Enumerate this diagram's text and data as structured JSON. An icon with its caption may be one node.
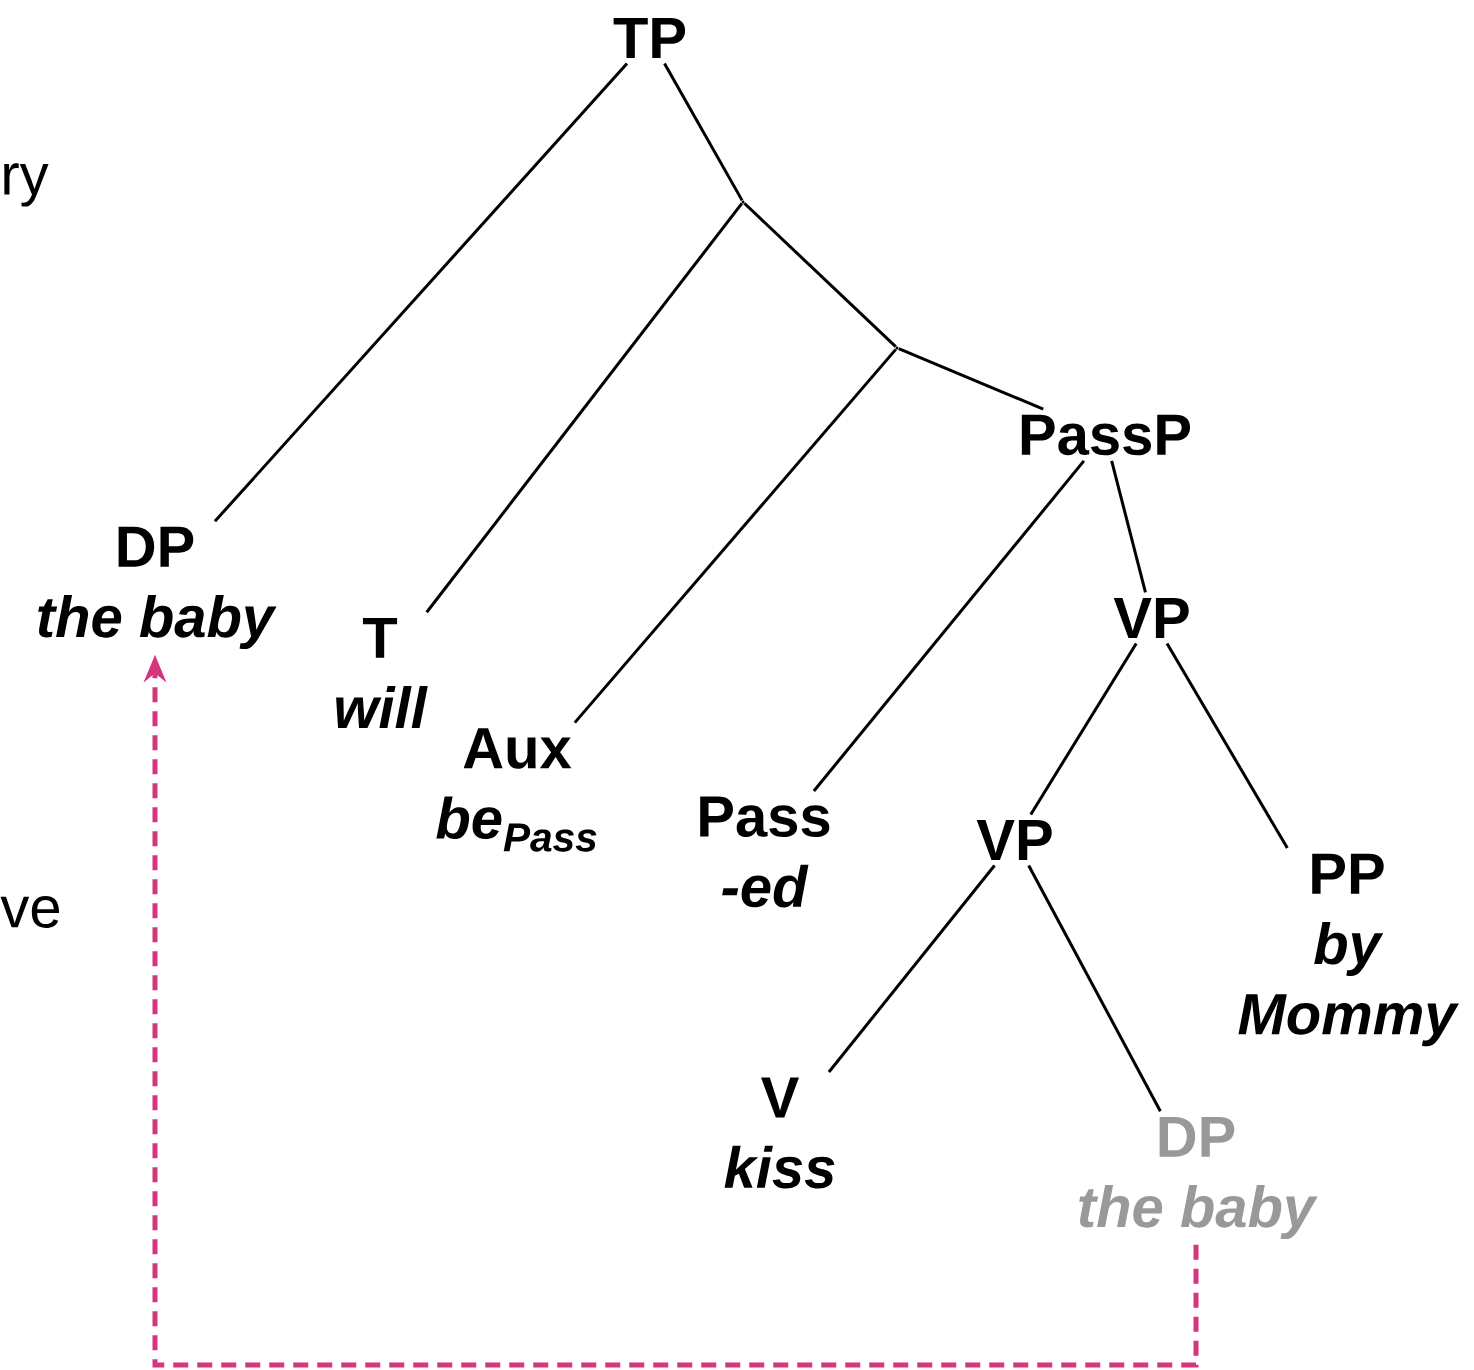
{
  "diagram": {
    "nodes": [
      {
        "text": [
          "TP"
        ]
      },
      {
        "text": [
          "DP",
          "the baby"
        ]
      },
      {
        "text": [],
        "shape": "point"
      },
      {
        "text": [
          "T",
          "will"
        ]
      },
      {
        "text": [],
        "shape": "point"
      },
      {
        "text": [
          "Aux",
          "be$_{Pass}$"
        ]
      },
      {
        "text": [
          "PassP"
        ]
      },
      {
        "text": [
          "Pass",
          "-ed"
        ]
      },
      {
        "text": [
          "VP"
        ]
      },
      {
        "text": [
          "VP"
        ]
      },
      {
        "text": [
          "PP",
          "by Mommy"
        ]
      },
      {
        "text": [
          "V",
          "kiss"
        ]
      },
      {
        "text": [
          "DP",
          "the baby"
        ]
      }
    ],
    "edges": [
      {
        "from": 0,
        "to": 1,
        "arrow": "none"
      },
      {
        "from": 0,
        "to": 2,
        "arrow": "none"
      },
      {
        "from": 2,
        "to": 3,
        "arrow": "none"
      },
      {
        "from": 2,
        "to": 4,
        "arrow": "none"
      },
      {
        "from": 4,
        "to": 5,
        "arrow": "none"
      },
      {
        "from": 4,
        "to": 6,
        "arrow": "none"
      },
      {
        "from": 6,
        "to": 7,
        "arrow": "none"
      },
      {
        "from": 6,
        "to": 8,
        "arrow": "none"
      },
      {
        "from": 8,
        "to": 9,
        "arrow": "none"
      },
      {
        "from": 8,
        "to": 10,
        "arrow": "none"
      },
      {
        "from": 9,
        "to": 11,
        "arrow": "none"
      },
      {
        "from": 9,
        "to": 12,
        "arrow": "none"
      },
      {
        "from": 12,
        "to": 1,
        "arrow": "to",
        "style": "dashed",
        "color": "#d4357f"
      }
    ],
    "labels": [
      "ry",
      "ve"
    ]
  }
}
